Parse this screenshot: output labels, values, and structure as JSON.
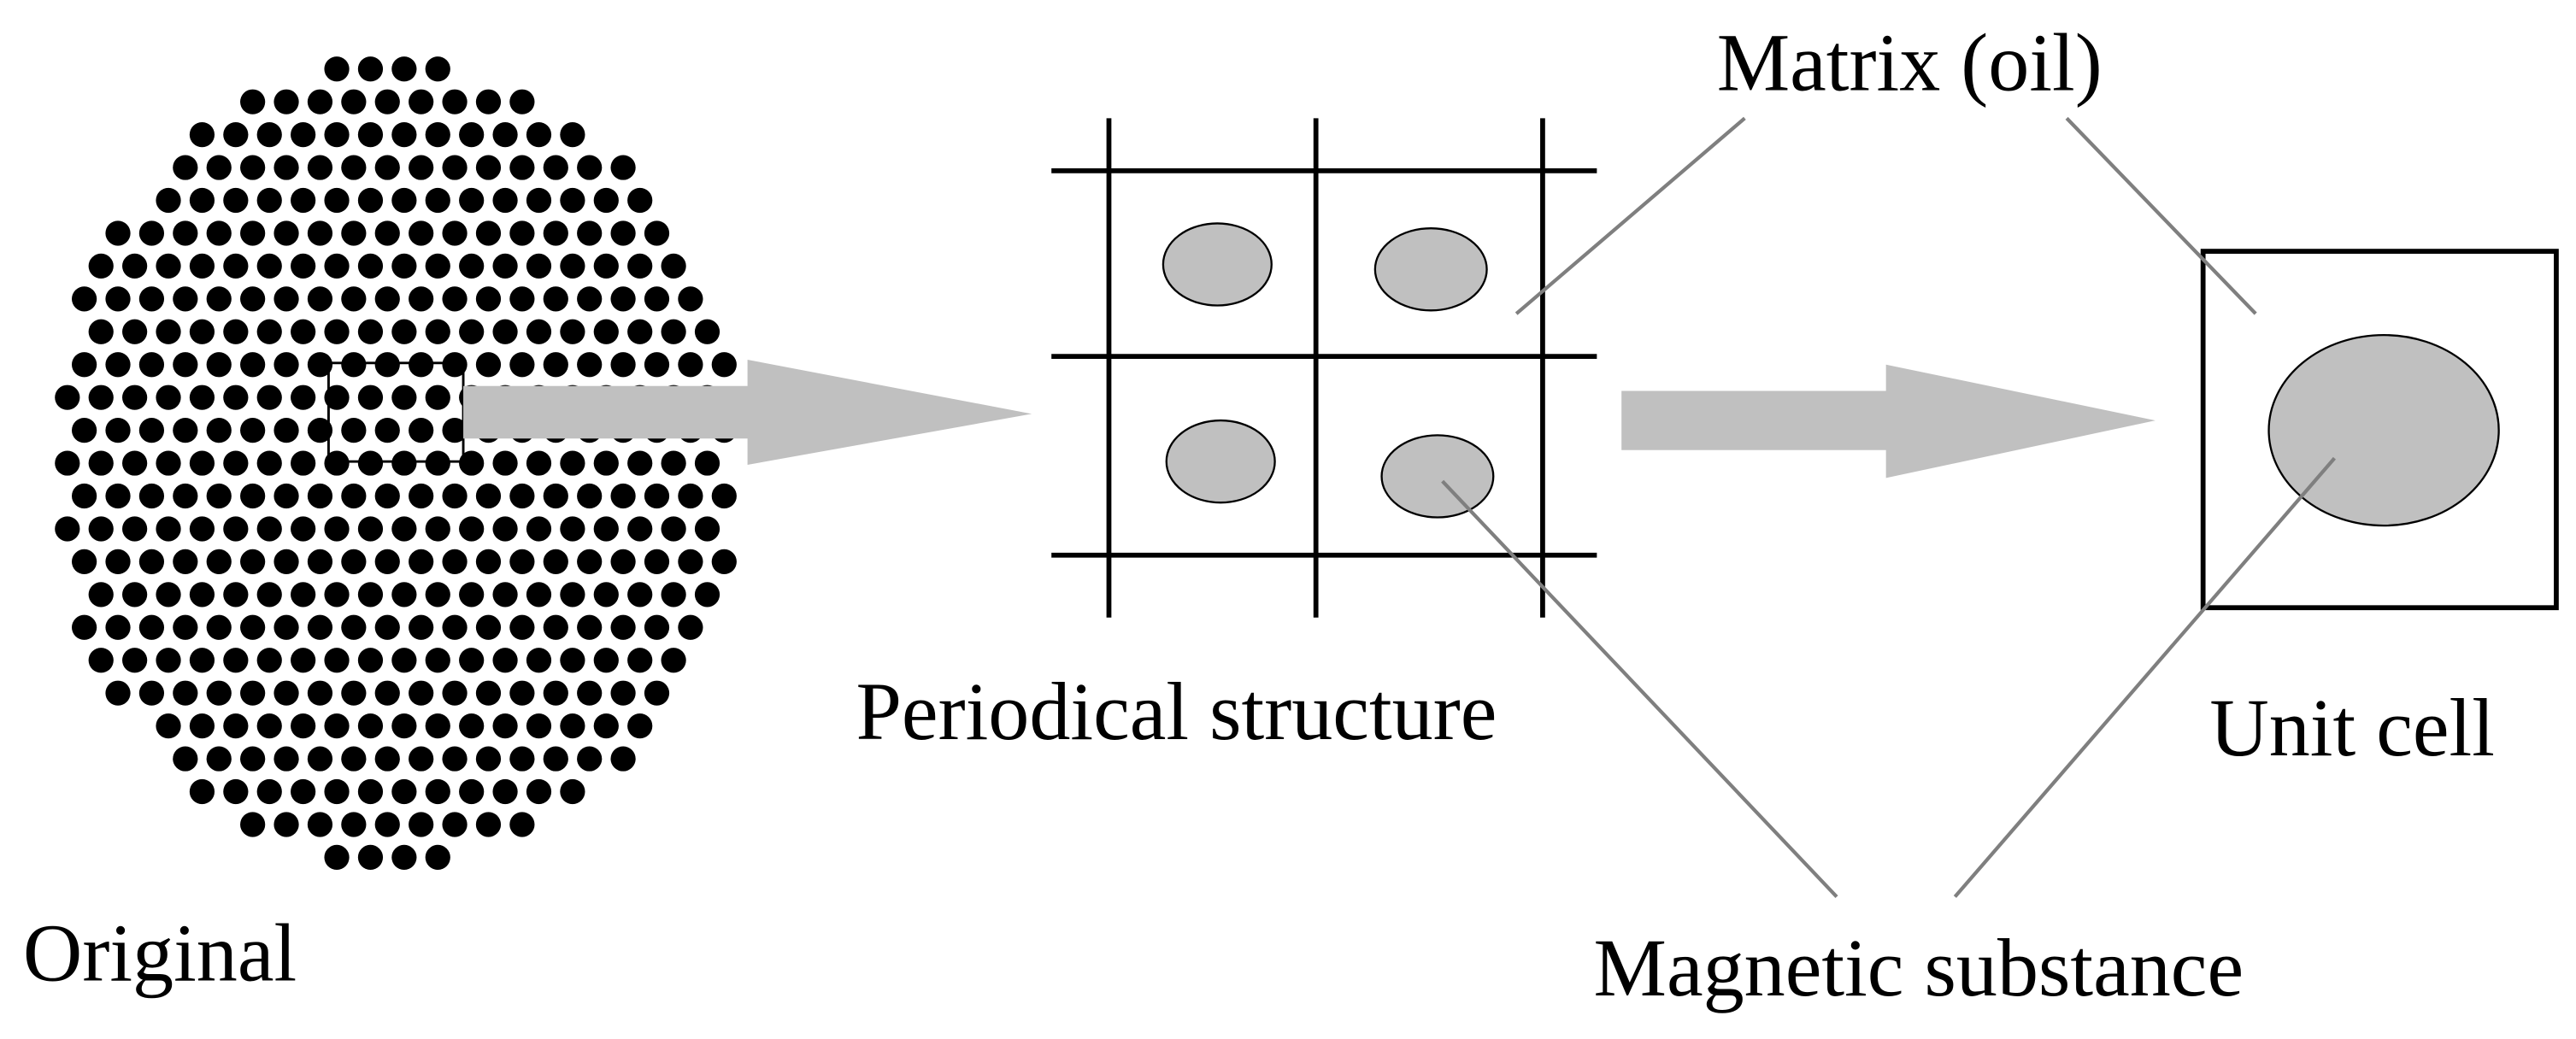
{
  "labels": {
    "original": "Original",
    "periodical_structure": "Periodical structure",
    "unit_cell": "Unit cell",
    "matrix": "Matrix (oil)",
    "magnetic_substance": "Magnetic substance"
  },
  "colors": {
    "dot": "#000000",
    "particle_fill": "#c0c0c0",
    "arrow": "#c0c0c0",
    "leader_line": "#7f7f7f",
    "grid_line": "#000000"
  }
}
